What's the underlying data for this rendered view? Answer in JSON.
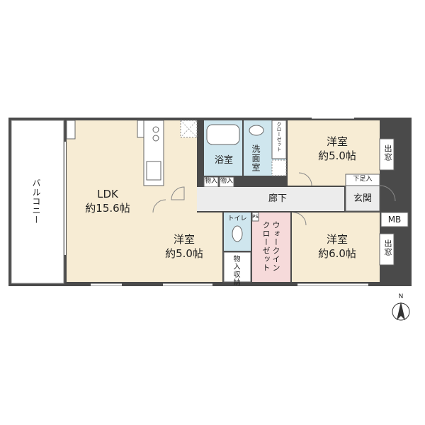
{
  "rooms": {
    "ldk": {
      "name": "LDK",
      "size": "約15.6帖"
    },
    "western_north": {
      "name": "洋室",
      "size": "約5.0帖"
    },
    "western_center": {
      "name": "洋室",
      "size": "約5.0帖"
    },
    "western_east": {
      "name": "洋室",
      "size": "約6.0帖"
    },
    "bath": "浴室",
    "washroom": "洗面室",
    "hallway": "廊下",
    "entrance": "玄関",
    "shoe_storage": "下足入",
    "toilet": "トイレ",
    "storage_center": "物入収納",
    "walkin_closet": "ウォークイン\nクローゼット",
    "closet": "クローゼット",
    "storage_small_1": "物入",
    "storage_small_2": "物入",
    "balcony": "バルコニー",
    "bay_window_1": "出窓",
    "bay_window_2": "出窓",
    "meter_box": "MB",
    "ps": "PS"
  },
  "compass": {
    "label": "N"
  },
  "colors": {
    "floor_wood": "#f7ecd4",
    "floor_tile": "#ececec",
    "wet_area": "#cfe6ee",
    "closet_pink": "#f6dada",
    "wall": "#4a4a4a"
  }
}
